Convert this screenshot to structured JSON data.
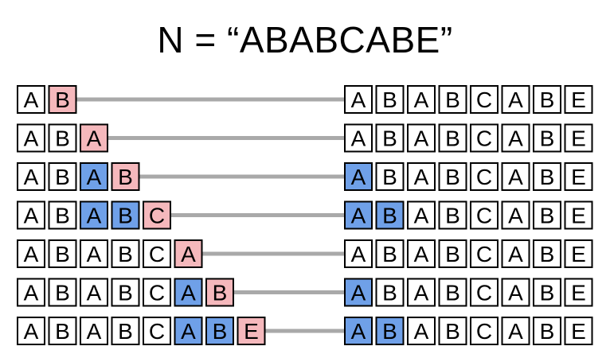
{
  "title": "N = “ABABCABE”",
  "target_string": [
    "A",
    "B",
    "A",
    "B",
    "C",
    "A",
    "B",
    "E"
  ],
  "colors": {
    "match": "#6fa0e8",
    "mismatch": "#f5b8bc",
    "plain": "#ffffff",
    "connector": "#a9a9a9",
    "border": "#000000"
  },
  "rows": [
    {
      "prefix": [
        "A",
        "B"
      ],
      "prefix_states": [
        "plain",
        "mismatch"
      ],
      "target_states": [
        "plain",
        "plain",
        "plain",
        "plain",
        "plain",
        "plain",
        "plain",
        "plain"
      ]
    },
    {
      "prefix": [
        "A",
        "B",
        "A"
      ],
      "prefix_states": [
        "plain",
        "plain",
        "mismatch"
      ],
      "target_states": [
        "plain",
        "plain",
        "plain",
        "plain",
        "plain",
        "plain",
        "plain",
        "plain"
      ]
    },
    {
      "prefix": [
        "A",
        "B",
        "A",
        "B"
      ],
      "prefix_states": [
        "plain",
        "plain",
        "match",
        "mismatch"
      ],
      "target_states": [
        "match",
        "plain",
        "plain",
        "plain",
        "plain",
        "plain",
        "plain",
        "plain"
      ]
    },
    {
      "prefix": [
        "A",
        "B",
        "A",
        "B",
        "C"
      ],
      "prefix_states": [
        "plain",
        "plain",
        "match",
        "match",
        "mismatch"
      ],
      "target_states": [
        "match",
        "match",
        "plain",
        "plain",
        "plain",
        "plain",
        "plain",
        "plain"
      ]
    },
    {
      "prefix": [
        "A",
        "B",
        "A",
        "B",
        "C",
        "A"
      ],
      "prefix_states": [
        "plain",
        "plain",
        "plain",
        "plain",
        "plain",
        "mismatch"
      ],
      "target_states": [
        "plain",
        "plain",
        "plain",
        "plain",
        "plain",
        "plain",
        "plain",
        "plain"
      ]
    },
    {
      "prefix": [
        "A",
        "B",
        "A",
        "B",
        "C",
        "A",
        "B"
      ],
      "prefix_states": [
        "plain",
        "plain",
        "plain",
        "plain",
        "plain",
        "match",
        "mismatch"
      ],
      "target_states": [
        "match",
        "plain",
        "plain",
        "plain",
        "plain",
        "plain",
        "plain",
        "plain"
      ]
    },
    {
      "prefix": [
        "A",
        "B",
        "A",
        "B",
        "C",
        "A",
        "B",
        "E"
      ],
      "prefix_states": [
        "plain",
        "plain",
        "plain",
        "plain",
        "plain",
        "match",
        "match",
        "mismatch"
      ],
      "target_states": [
        "match",
        "match",
        "plain",
        "plain",
        "plain",
        "plain",
        "plain",
        "plain"
      ]
    }
  ]
}
